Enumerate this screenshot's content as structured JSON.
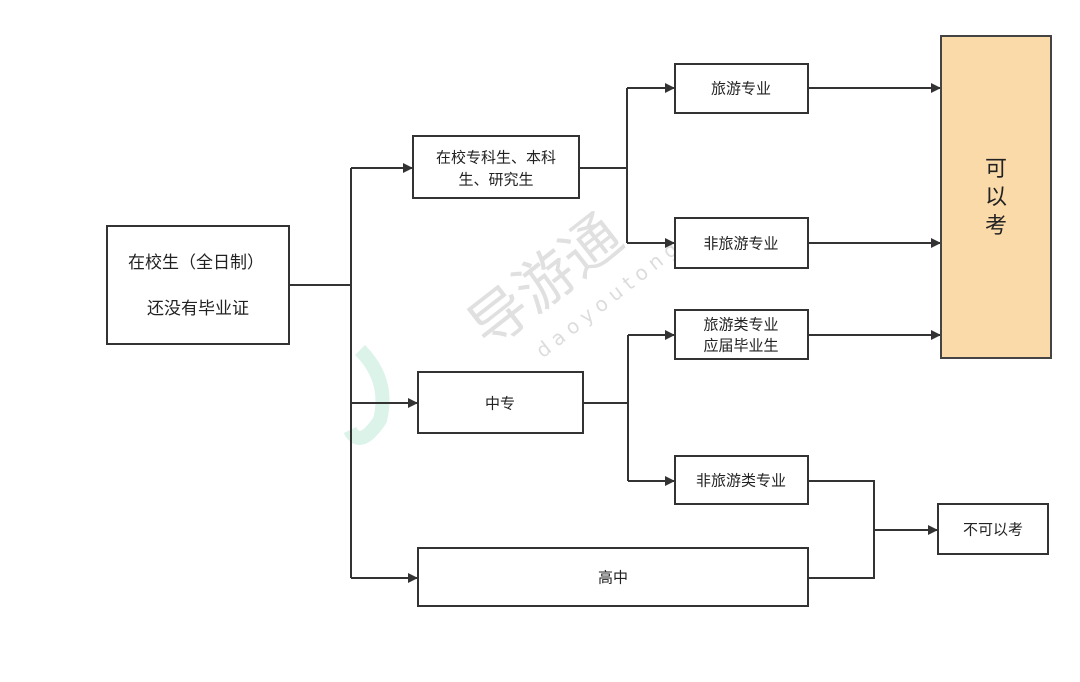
{
  "watermark": {
    "logo_text": "导游通",
    "pinyin": "daoyoutong"
  },
  "nodes": {
    "root": {
      "line1": "在校生（全日制）",
      "line2": "还没有毕业证"
    },
    "college": {
      "line1": "在校专科生、本科",
      "line2": "生、研究生"
    },
    "tourism_major": {
      "label": "旅游专业"
    },
    "non_tourism_major": {
      "label": "非旅游专业"
    },
    "tourism_grad": {
      "line1": "旅游类专业",
      "line2": "应届毕业生"
    },
    "vocational": {
      "label": "中专"
    },
    "non_tourism_class": {
      "label": "非旅游类专业"
    },
    "high_school": {
      "label": "高中"
    },
    "eligible": {
      "chars": [
        "可",
        "以",
        "考"
      ]
    },
    "not_eligible": {
      "label": "不可以考"
    }
  },
  "colors": {
    "eligible_fill": "#fbdaa9",
    "stroke": "#333333"
  }
}
